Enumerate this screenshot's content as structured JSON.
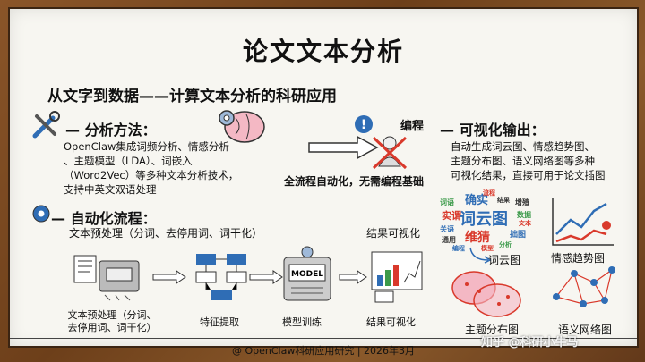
{
  "title": "论文文本分析",
  "subtitle": "从文字到数据——计算文本分析的科研应用",
  "analysis": {
    "heading": "分析方法：",
    "lines": [
      "OpenClaw集成词频分析、情感分析",
      "、主题模型（LDA）、词嵌入",
      "（Word2Vec）等多种文本分析技术，",
      "支持中英文双语处理"
    ]
  },
  "coding": {
    "label": "编程",
    "text": "全流程自动化，无需编程基础"
  },
  "automation": {
    "heading": "自动化流程：",
    "top_left": "文本预处理（分词、去停用词、词干化）",
    "top_right": "结果可视化",
    "steps": [
      {
        "label_line1": "文本预处理（分词、",
        "label_line2": "去停用词、词干化）"
      },
      {
        "label": "特征提取"
      },
      {
        "label": "模型训练",
        "box_text": "MODEL"
      },
      {
        "label": "结果可视化"
      }
    ]
  },
  "visual": {
    "heading": "可视化输出：",
    "lines": [
      "自动生成词云图、情感趋势图、",
      "主题分布图、语义网络图等多种",
      "可视化结果，直接可用于论文插图"
    ],
    "labels": {
      "wordcloud": "词云图",
      "trend": "情感趋势图",
      "topic": "主题分布图",
      "network": "语义网络图"
    },
    "cloud_words": [
      "确实",
      "词云图",
      "维猜",
      "实谓",
      "词语",
      "拙图",
      "增殖",
      "数据",
      "关语",
      "通用",
      "流程",
      "文本",
      "分析",
      "编程",
      "结果",
      "模型"
    ]
  },
  "footer": "@ OpenClaw科研应用研究 | 2026年3月",
  "watermark": "知乎 @科研小牛马",
  "colors": {
    "accent_blue": "#2f6db5",
    "accent_red": "#d9392b",
    "accent_green": "#3b9a4a"
  }
}
